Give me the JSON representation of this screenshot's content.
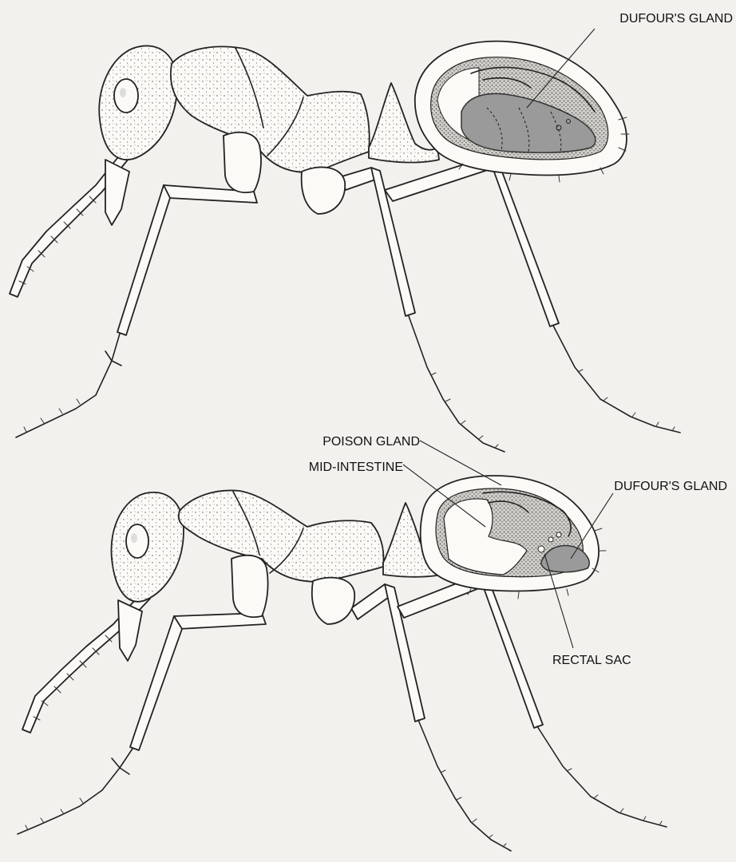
{
  "top_diagram": {
    "labels": {
      "dufours_gland": "DUFOUR'S GLAND"
    }
  },
  "bottom_diagram": {
    "labels": {
      "poison_gland": "POISON GLAND",
      "mid_intestine": "MID-INTESTINE",
      "dufours_gland": "DUFOUR'S GLAND",
      "rectal_sac": "RECTAL SAC"
    }
  },
  "colors": {
    "gland_fill": "#9a9a9a",
    "cavity_fill": "#cfcdc8",
    "outline": "#222222"
  }
}
